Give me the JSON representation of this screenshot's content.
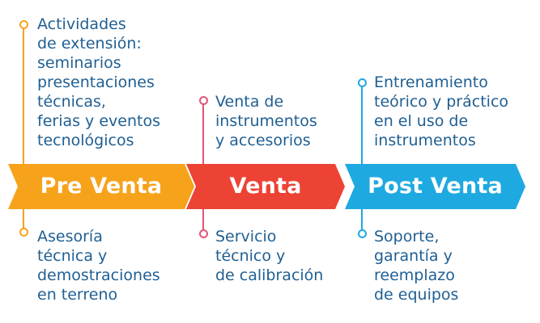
{
  "stages": [
    {
      "id": "pre-venta",
      "label": "Pre Venta",
      "color": "#f7a21b",
      "top_text": "Actividades\nde extensión:\nseminarios\npresentaciones\ntécnicas,\nferias y eventos\ntecnológicos",
      "bottom_text": "Asesoría\ntécnica y\ndemostraciones\nen terreno"
    },
    {
      "id": "venta",
      "label": "Venta",
      "color": "#ec4335",
      "line_color": "#e05575",
      "top_text": "Venta de\ninstrumentos\ny accesorios",
      "bottom_text": "Servicio\ntécnico y\nde calibración"
    },
    {
      "id": "post-venta",
      "label": "Post Venta",
      "color": "#1ea9e1",
      "top_text": "Entrenamiento\nteórico y práctico\nen el uso de\ninstrumentos",
      "bottom_text": "Soporte,\ngarantía y\nreemplazo\nde equipos"
    }
  ],
  "text_color": "#1f5f93"
}
